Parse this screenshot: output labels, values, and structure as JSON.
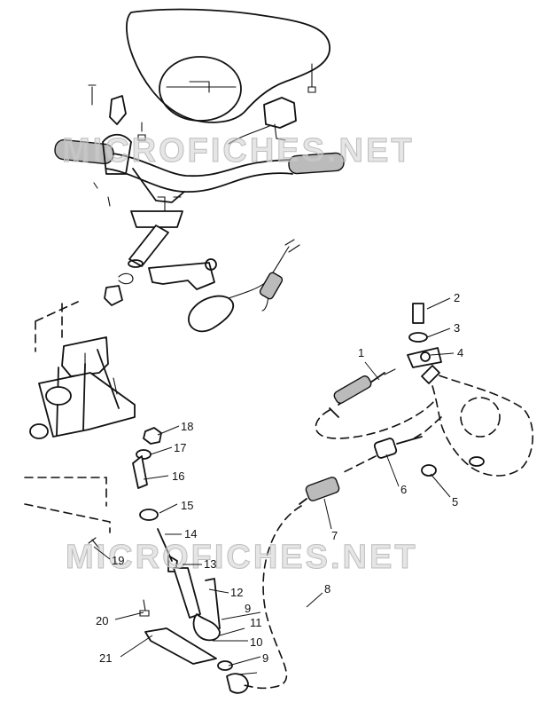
{
  "watermark": {
    "text": "MICROFICHES.NET"
  },
  "callouts": [
    {
      "id": "1",
      "label": "1"
    },
    {
      "id": "2",
      "label": "2"
    },
    {
      "id": "3",
      "label": "3"
    },
    {
      "id": "4",
      "label": "4"
    },
    {
      "id": "5",
      "label": "5"
    },
    {
      "id": "6",
      "label": "6"
    },
    {
      "id": "7",
      "label": "7"
    },
    {
      "id": "8",
      "label": "8"
    },
    {
      "id": "9a",
      "label": "9"
    },
    {
      "id": "9b",
      "label": "9"
    },
    {
      "id": "10",
      "label": "10"
    },
    {
      "id": "11",
      "label": "11"
    },
    {
      "id": "12",
      "label": "12"
    },
    {
      "id": "13",
      "label": "13"
    },
    {
      "id": "14",
      "label": "14"
    },
    {
      "id": "15",
      "label": "15"
    },
    {
      "id": "16",
      "label": "16"
    },
    {
      "id": "17",
      "label": "17"
    },
    {
      "id": "18",
      "label": "18"
    },
    {
      "id": "19",
      "label": "19"
    },
    {
      "id": "20",
      "label": "20"
    },
    {
      "id": "21",
      "label": "21"
    }
  ]
}
